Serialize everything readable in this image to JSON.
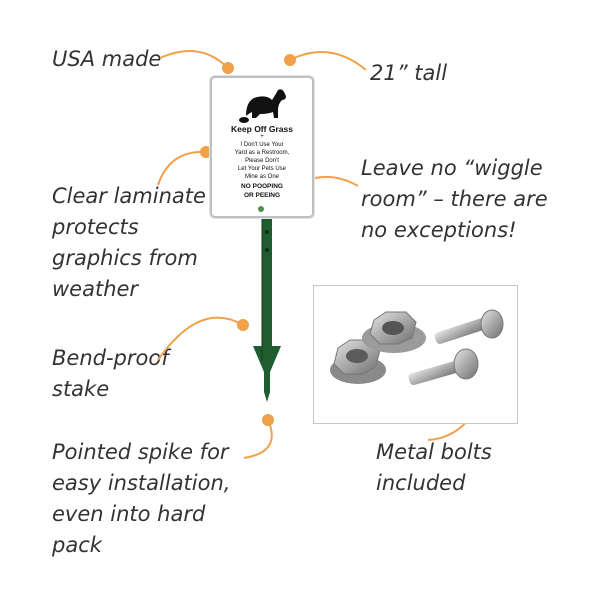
{
  "colors": {
    "accent": "#f2a04a",
    "stake": "#1f5c2f",
    "text": "#333333"
  },
  "callouts": {
    "usa_made": "USA made",
    "tall": "21” tall",
    "leave_1": "Leave no “wiggle",
    "leave_2": "room” – there are",
    "leave_3": "no exceptions!",
    "laminate_1": "Clear laminate",
    "laminate_2": "protects",
    "laminate_3": "graphics from",
    "laminate_4": "weather",
    "bend_1": "Bend-proof",
    "bend_2": "stake",
    "spike_1": "Pointed spike for",
    "spike_2": "easy installation,",
    "spike_3": "even into hard",
    "spike_4": "pack",
    "bolts_1": "Metal bolts",
    "bolts_2": "included"
  },
  "sign": {
    "title": "Keep Off Grass",
    "plus": "+",
    "line1": "I Don't Use Your",
    "line2": "Yard as a Restroom,",
    "line3": "Please Don't",
    "line4": "Let Your Pets Use",
    "line5": "Mine as One",
    "bold1": "NO POOPING",
    "bold2": "OR PEEING"
  },
  "icons": [
    "dog-pooping-icon",
    "arrow-spike-icon"
  ]
}
